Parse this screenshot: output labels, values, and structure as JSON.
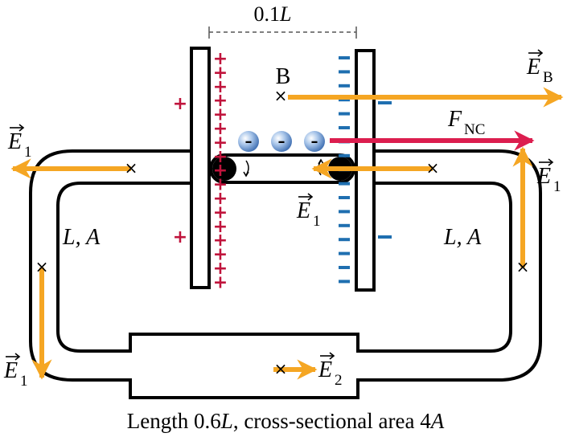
{
  "labels": {
    "gap": "0.1",
    "gap_var": "L",
    "point_b": "B",
    "e_b_letter": "E",
    "e_b_sub": "B",
    "f_nc_letter": "F",
    "f_nc_sub": "NC",
    "e1_letter": "E",
    "e1_sub": "1",
    "e2_letter": "E",
    "e2_sub": "2",
    "left_wire": "L, A",
    "right_wire": "L, A",
    "bottom_caption_prefix": "Length 0.6",
    "bottom_caption_var": "L",
    "bottom_caption_mid": ", cross-sectional area 4",
    "bottom_caption_var2": "A"
  },
  "symbols": {
    "plus": "+",
    "minus": "–",
    "electron": "–",
    "cross": "×"
  },
  "colors": {
    "arrow_orange": "#f5a623",
    "arrow_red": "#dc1e4f",
    "plus_charge": "#c0143c",
    "minus_charge": "#1f6fb0",
    "wire": "#000000",
    "electron": "#8fb4e0"
  }
}
